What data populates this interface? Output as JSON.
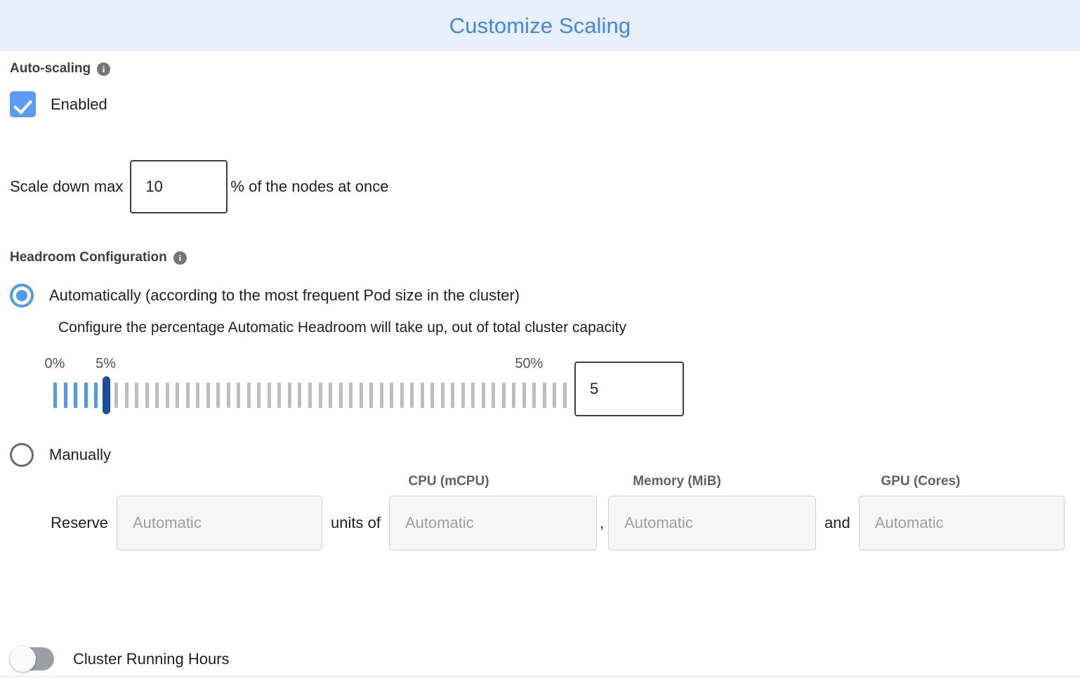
{
  "header": {
    "title": "Customize Scaling",
    "title_color": "#4285f4",
    "band_color": "#e8f0fe"
  },
  "autoscaling": {
    "section_label": "Auto-scaling",
    "info_icon": "info-icon",
    "info_glyph": "i",
    "checkbox_label": "Enabled",
    "checkbox_checked": true,
    "checkbox_color": "#5b9bf8"
  },
  "scale_down": {
    "prefix_label": "Scale down max",
    "value": "10",
    "suffix_label": "% of the nodes at once"
  },
  "headroom": {
    "section_label": "Headroom Configuration",
    "info_glyph": "i",
    "automatic": {
      "label": "Automatically (according to the most frequent Pod size in the cluster)",
      "selected": true,
      "help_text": "Configure the percentage Automatic Headroom will take up, out of total cluster capacity"
    },
    "slider": {
      "min_label": "0%",
      "mid_label": "5%",
      "max_label": "50%",
      "min": 0,
      "max": 50,
      "value": 5,
      "tick_count": 51,
      "filled_color": "#4e9af1",
      "empty_color": "#bdbdbd",
      "thumb_color": "#1a4f9c"
    },
    "value_input": "5",
    "manual": {
      "label": "Manually",
      "selected": false
    }
  },
  "reserve": {
    "row_label": "Reserve",
    "units_of_label": "units of",
    "comma_label": ",",
    "and_label": "and",
    "columns": [
      {
        "header": "",
        "placeholder": "Automatic"
      },
      {
        "header": "CPU (mCPU)",
        "placeholder": "Automatic"
      },
      {
        "header": "Memory (MiB)",
        "placeholder": "Automatic"
      },
      {
        "header": "GPU (Cores)",
        "placeholder": "Automatic"
      }
    ]
  },
  "cluster_running_hours": {
    "label": "Cluster Running Hours",
    "enabled": false
  }
}
